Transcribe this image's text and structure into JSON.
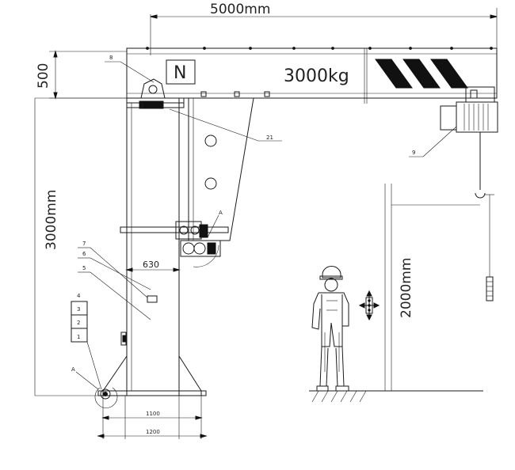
{
  "dimensions": {
    "jib_length": "5000mm",
    "beam_height": "500",
    "column_height": "3000mm",
    "hook_height": "2000mm",
    "offset_630": "630",
    "base_1100": "1100",
    "base_1200": "1200"
  },
  "capacity_label": "3000kg",
  "logo_mark": "N",
  "detail_marker": "A",
  "part_numbers": {
    "p1": "1",
    "p2": "2",
    "p3": "3",
    "p4": "4",
    "p5": "5",
    "p6": "6",
    "p7": "7",
    "p8": "8",
    "p9": "9",
    "p21": "21"
  }
}
